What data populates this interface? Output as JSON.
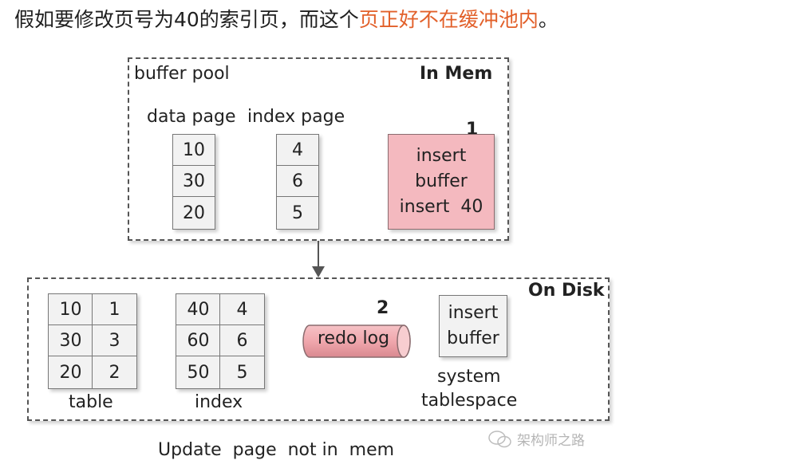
{
  "heading": {
    "text_before": "假如要修改页号为40的索引页，而这个",
    "text_highlight": "页正好不在缓冲池内",
    "text_after": "。"
  },
  "mem_area": {
    "title": "buffer pool",
    "tag": "In Mem",
    "data_page_label": "data page",
    "index_page_label": "index page",
    "data_page_values": [
      "10",
      "30",
      "20"
    ],
    "index_page_values": [
      "4",
      "6",
      "5"
    ],
    "step_number": "1",
    "insert_buffer_lines": [
      "insert",
      "buffer",
      "insert  40"
    ]
  },
  "disk_area": {
    "tag": "On Disk",
    "table_label": "table",
    "table_rows": [
      [
        "10",
        "1"
      ],
      [
        "30",
        "3"
      ],
      [
        "20",
        "2"
      ]
    ],
    "index_label": "index",
    "index_rows": [
      [
        "40",
        "4"
      ],
      [
        "60",
        "6"
      ],
      [
        "50",
        "5"
      ]
    ],
    "step_number": "2",
    "redo_log_label": "redo log",
    "system_box_lines": [
      "insert",
      "buffer"
    ],
    "system_tablespace_lines": [
      "system",
      "tablespace"
    ]
  },
  "caption": "Update  page  not in  mem",
  "watermark": "架构师之路",
  "colors": {
    "highlight": "#e2602a",
    "insert_buffer_fill": "#f4b9bf",
    "redo_log_fill": "#f0a7ad",
    "cell_fill": "#f2f2f2"
  }
}
